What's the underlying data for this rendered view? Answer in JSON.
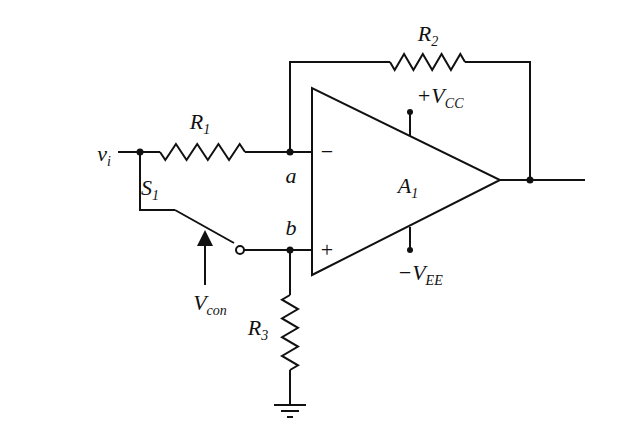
{
  "diagram": {
    "labels": [
      "R2",
      "R1",
      "a",
      "+VCC",
      "vi",
      "−",
      "A1",
      "S1",
      "b",
      "+",
      "−VEE",
      "Vcon",
      "R3"
    ]
  }
}
